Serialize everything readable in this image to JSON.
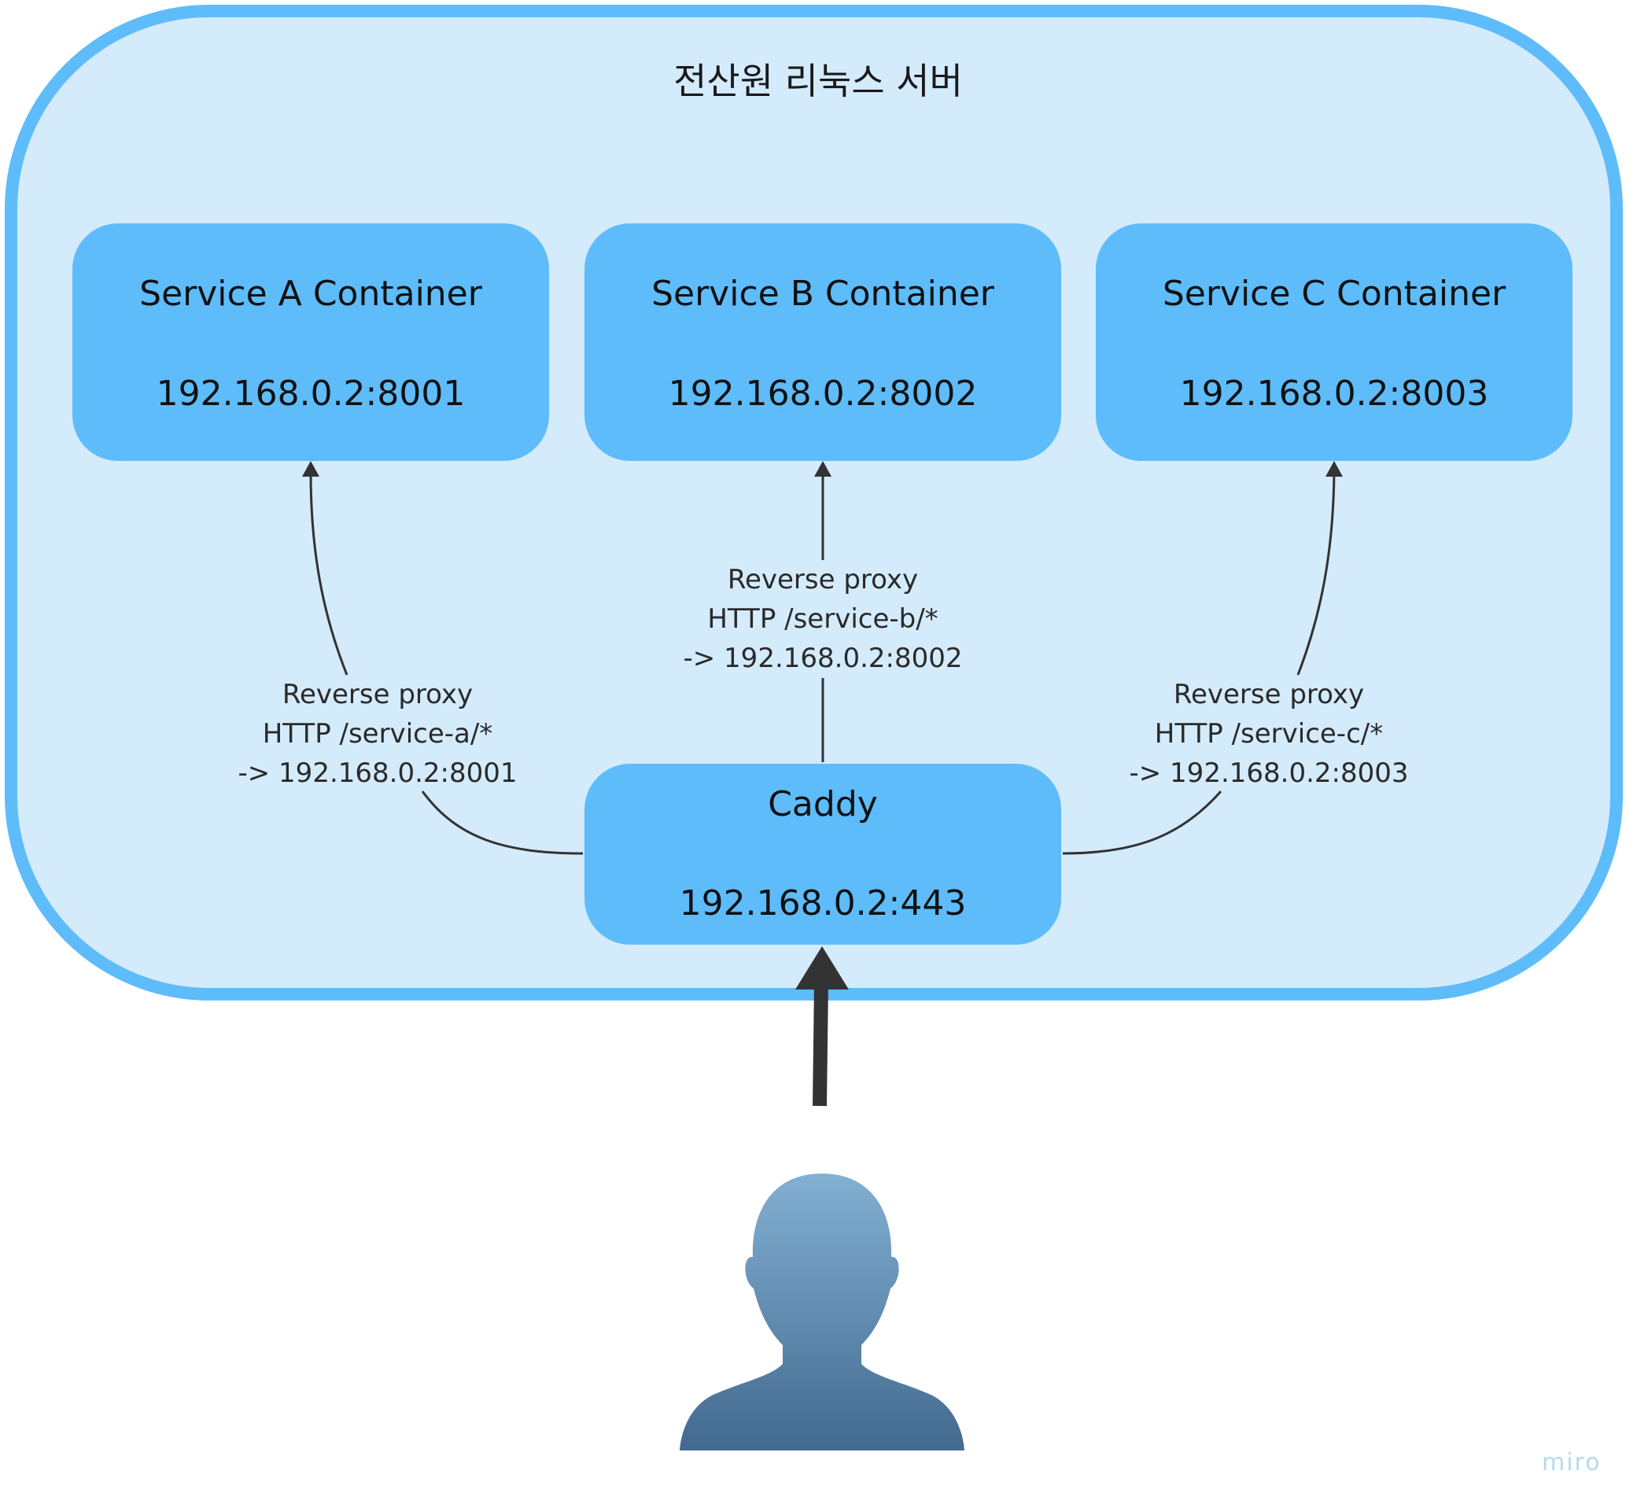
{
  "diagram": {
    "title": "전산원 리눅스 서버",
    "colors": {
      "frame_fill": "#d4ebfc",
      "frame_border": "#5ebcfb",
      "node_fill": "#5ebcfb",
      "connector": "#333333"
    },
    "nodes": {
      "service_a": {
        "name": "Service A Container",
        "address": "192.168.0.2:8001"
      },
      "service_b": {
        "name": "Service B Container",
        "address": "192.168.0.2:8002"
      },
      "service_c": {
        "name": "Service C Container",
        "address": "192.168.0.2:8003"
      },
      "caddy": {
        "name": "Caddy",
        "address": "192.168.0.2:443"
      }
    },
    "edges": {
      "to_a": {
        "line1": "Reverse proxy",
        "line2": "HTTP /service-a/*",
        "line3": "-> 192.168.0.2:8001"
      },
      "to_b": {
        "line1": "Reverse proxy",
        "line2": "HTTP /service-b/*",
        "line3": "-> 192.168.0.2:8002"
      },
      "to_c": {
        "line1": "Reverse proxy",
        "line2": "HTTP /service-c/*",
        "line3": "-> 192.168.0.2:8003"
      }
    },
    "user_icon": "person-icon",
    "watermark": "miro"
  }
}
